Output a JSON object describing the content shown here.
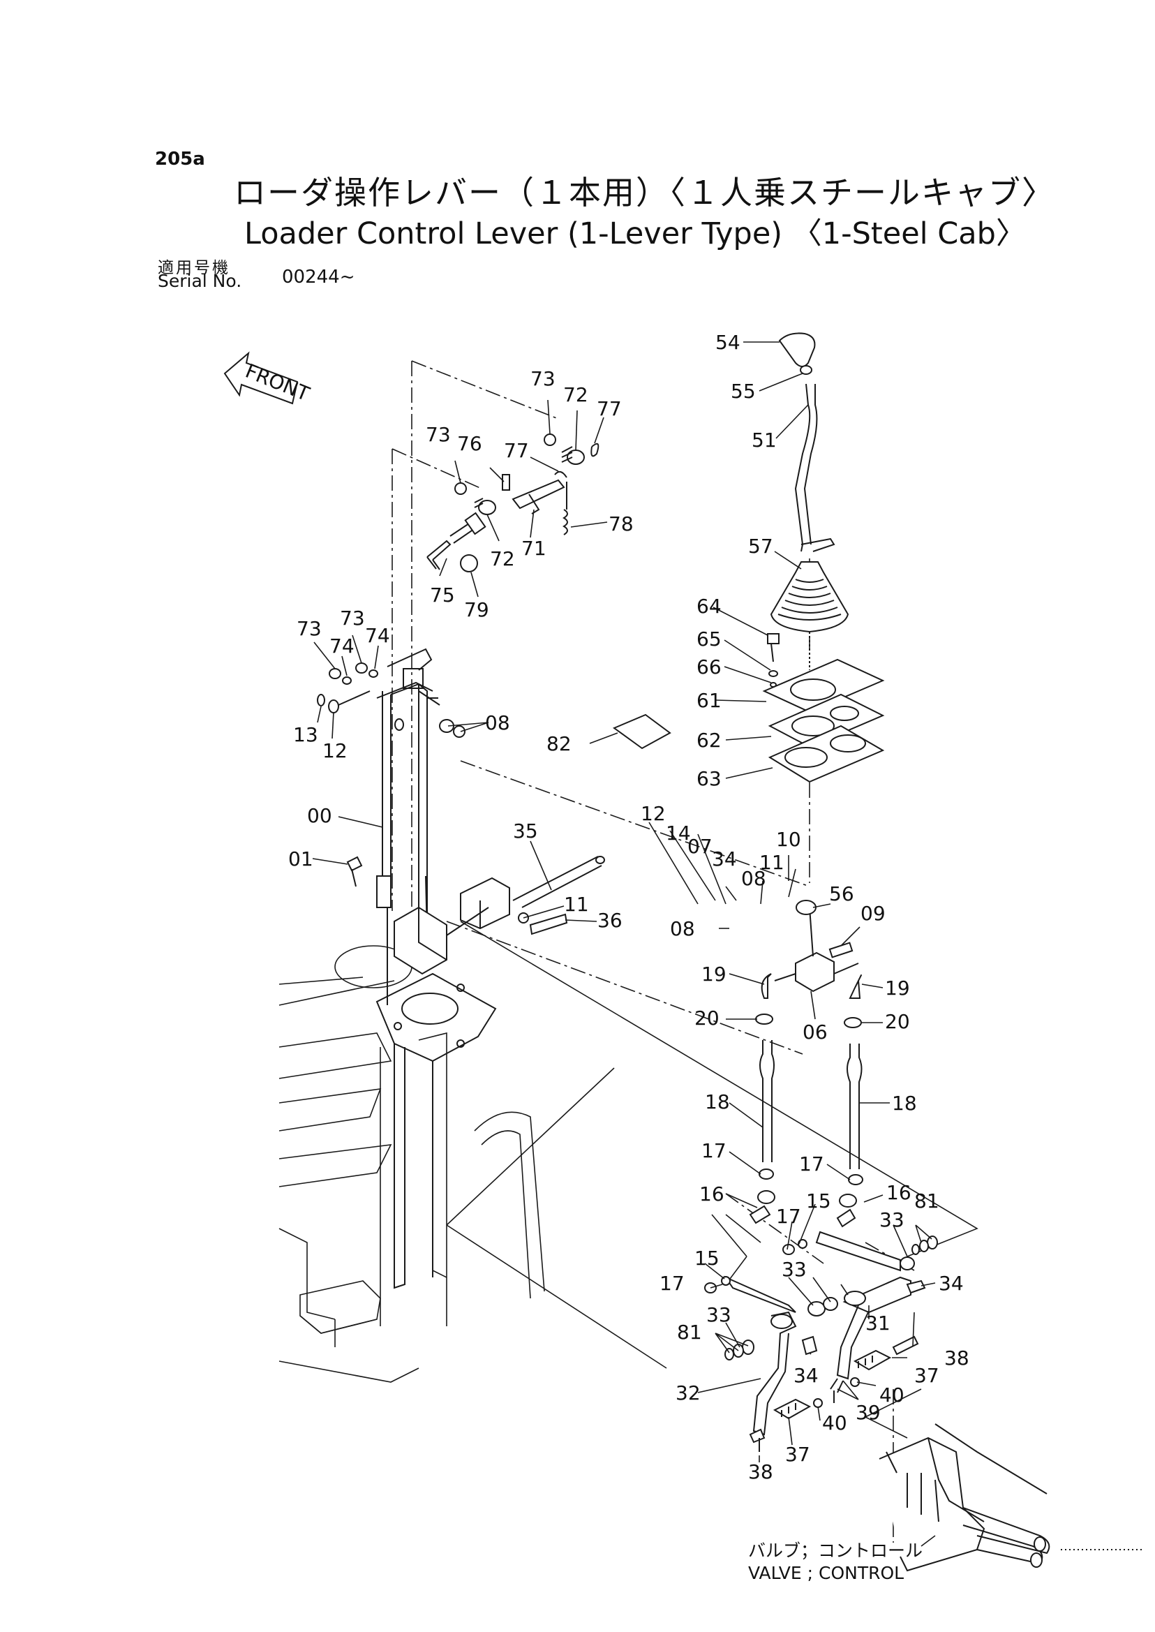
{
  "header": {
    "page_code": "205a",
    "title_jp": "ローダ操作レバー（１本用）〈１人乗スチールキャブ〉",
    "title_en": "Loader Control Lever (1-Lever Type) 〈1-Steel Cab〉",
    "serial_label_jp": "適用号機",
    "serial_label_en": "Serial No.",
    "serial_value": "00244~"
  },
  "front_arrow": {
    "text": "FRONT"
  },
  "valve_note": {
    "jp": "バルブ；コントロール",
    "en": "VALVE ; CONTROL"
  },
  "callouts": [
    {
      "id": "c54",
      "text": "54"
    },
    {
      "id": "c55",
      "text": "55"
    },
    {
      "id": "c51",
      "text": "51"
    },
    {
      "id": "c57",
      "text": "57"
    },
    {
      "id": "c64",
      "text": "64"
    },
    {
      "id": "c65",
      "text": "65"
    },
    {
      "id": "c66",
      "text": "66"
    },
    {
      "id": "c61",
      "text": "61"
    },
    {
      "id": "c62",
      "text": "62"
    },
    {
      "id": "c63",
      "text": "63"
    },
    {
      "id": "c82",
      "text": "82"
    },
    {
      "id": "c73a",
      "text": "73"
    },
    {
      "id": "c72a",
      "text": "72"
    },
    {
      "id": "c77a",
      "text": "77"
    },
    {
      "id": "c73b",
      "text": "73"
    },
    {
      "id": "c76",
      "text": "76"
    },
    {
      "id": "c77b",
      "text": "77"
    },
    {
      "id": "c78",
      "text": "78"
    },
    {
      "id": "c72b",
      "text": "72"
    },
    {
      "id": "c71",
      "text": "71"
    },
    {
      "id": "c75",
      "text": "75"
    },
    {
      "id": "c79",
      "text": "79"
    },
    {
      "id": "c73c",
      "text": "73"
    },
    {
      "id": "c73d",
      "text": "73"
    },
    {
      "id": "c74a",
      "text": "74"
    },
    {
      "id": "c74b",
      "text": "74"
    },
    {
      "id": "c13",
      "text": "13"
    },
    {
      "id": "c12a",
      "text": "12"
    },
    {
      "id": "c08a",
      "text": "08"
    },
    {
      "id": "c00",
      "text": "00"
    },
    {
      "id": "c01",
      "text": "01"
    },
    {
      "id": "c35",
      "text": "35"
    },
    {
      "id": "c11a",
      "text": "11"
    },
    {
      "id": "c36",
      "text": "36"
    },
    {
      "id": "c12b",
      "text": "12"
    },
    {
      "id": "c14",
      "text": "14"
    },
    {
      "id": "c07",
      "text": "07"
    },
    {
      "id": "c34a",
      "text": "34"
    },
    {
      "id": "c08b",
      "text": "08"
    },
    {
      "id": "c10",
      "text": "10"
    },
    {
      "id": "c11b",
      "text": "11"
    },
    {
      "id": "c56",
      "text": "56"
    },
    {
      "id": "c09",
      "text": "09"
    },
    {
      "id": "c08c",
      "text": "08"
    },
    {
      "id": "c19a",
      "text": "19"
    },
    {
      "id": "c19b",
      "text": "19"
    },
    {
      "id": "c06",
      "text": "06"
    },
    {
      "id": "c20a",
      "text": "20"
    },
    {
      "id": "c20b",
      "text": "20"
    },
    {
      "id": "c18a",
      "text": "18"
    },
    {
      "id": "c18b",
      "text": "18"
    },
    {
      "id": "c17a",
      "text": "17"
    },
    {
      "id": "c17b",
      "text": "17"
    },
    {
      "id": "c16a",
      "text": "16"
    },
    {
      "id": "c16b",
      "text": "16"
    },
    {
      "id": "c15a",
      "text": "15"
    },
    {
      "id": "c17c",
      "text": "17"
    },
    {
      "id": "c81a",
      "text": "81"
    },
    {
      "id": "c33a",
      "text": "33"
    },
    {
      "id": "c15b",
      "text": "15"
    },
    {
      "id": "c17d",
      "text": "17"
    },
    {
      "id": "c33b",
      "text": "33"
    },
    {
      "id": "c34b",
      "text": "34"
    },
    {
      "id": "c31",
      "text": "31"
    },
    {
      "id": "c33c",
      "text": "33"
    },
    {
      "id": "c81b",
      "text": "81"
    },
    {
      "id": "c34c",
      "text": "34"
    },
    {
      "id": "c38a",
      "text": "38"
    },
    {
      "id": "c37a",
      "text": "37"
    },
    {
      "id": "c40a",
      "text": "40"
    },
    {
      "id": "c39",
      "text": "39"
    },
    {
      "id": "c40b",
      "text": "40"
    },
    {
      "id": "c32",
      "text": "32"
    },
    {
      "id": "c37b",
      "text": "37"
    },
    {
      "id": "c38b",
      "text": "38"
    }
  ]
}
